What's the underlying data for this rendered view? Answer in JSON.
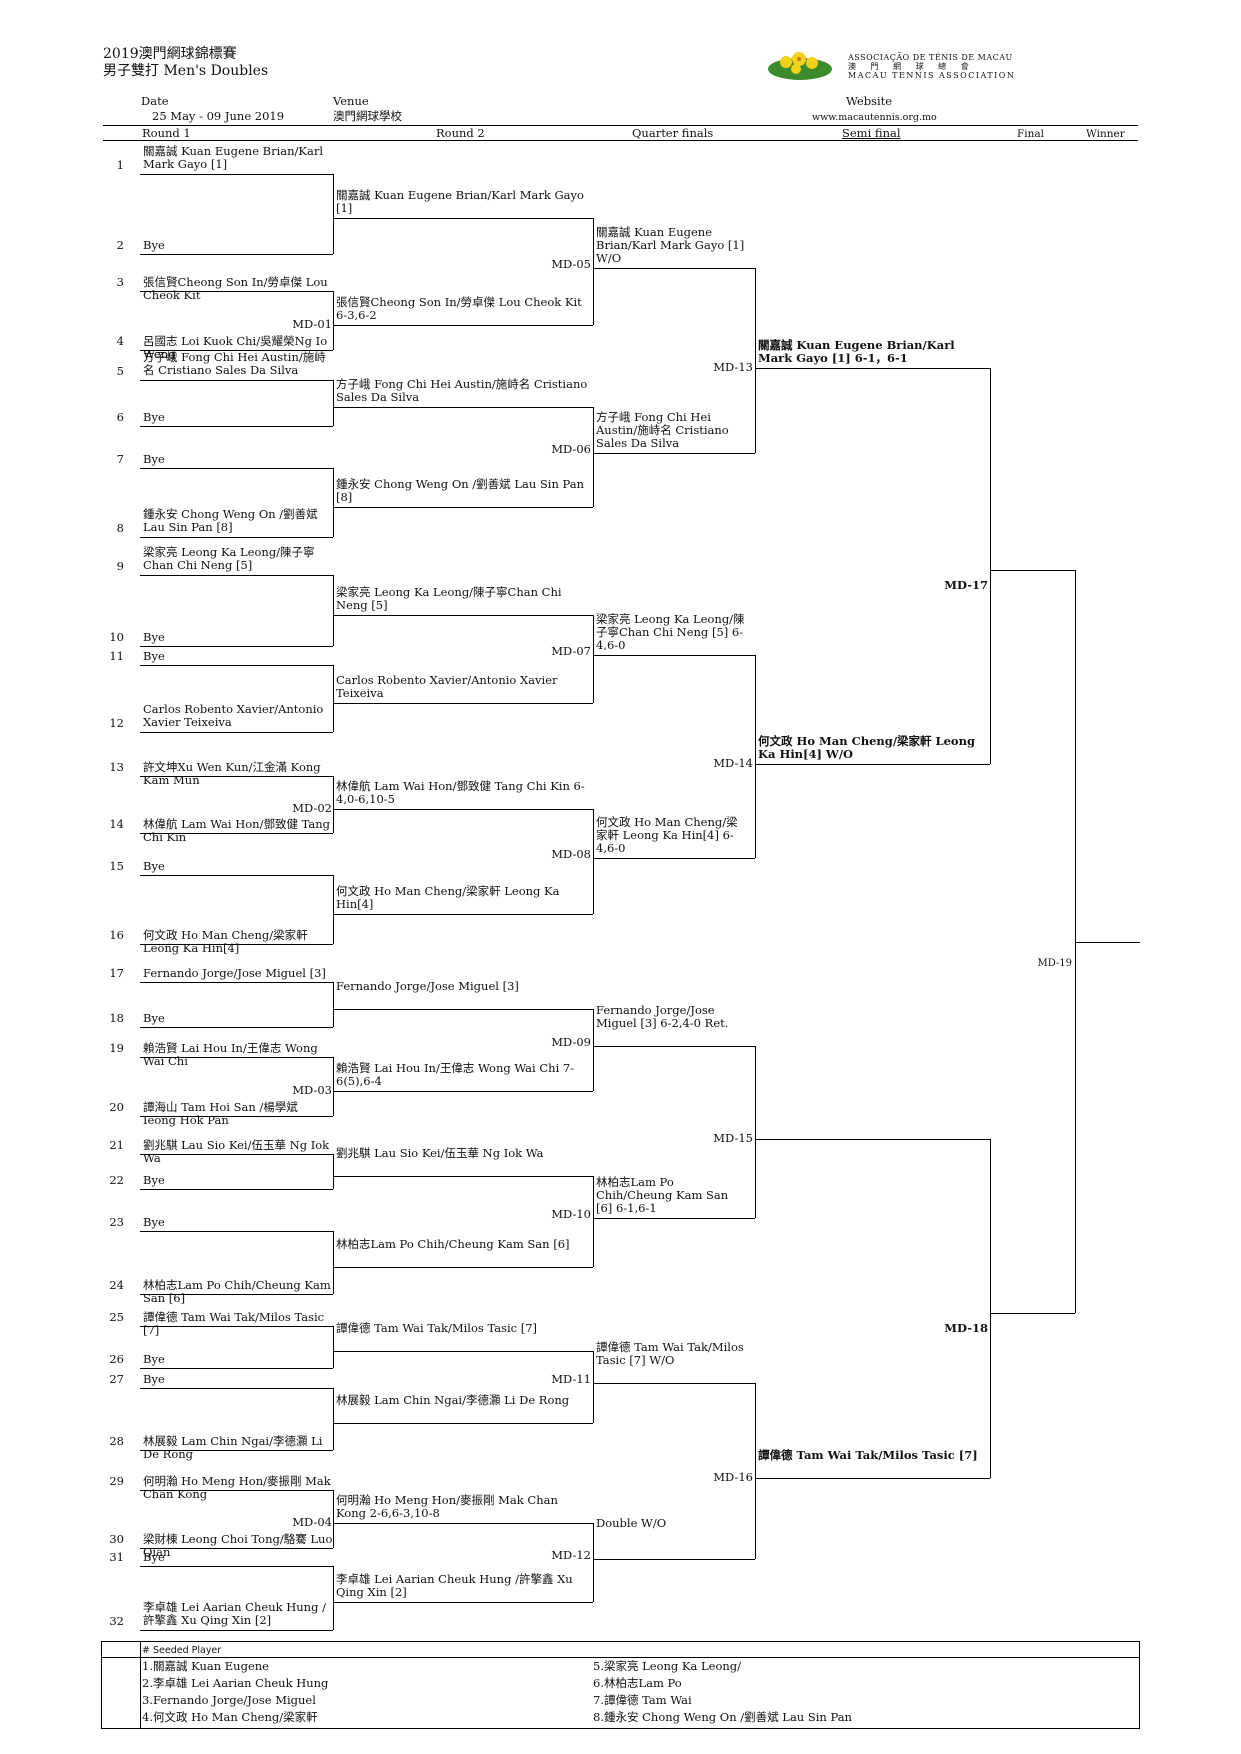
{
  "header": {
    "title": "2019澳門網球錦標賽",
    "subtitle": "男子雙打 Men's Doubles",
    "date_label": "Date",
    "date_value": "25 May - 09 June 2019",
    "venue_label": "Venue",
    "venue_value": "澳門網球學校",
    "website_label": "Website",
    "website_value": "www.macautennis.org.mo",
    "assoc_line1": "ASSOCIAÇÃO DE TÉNIS DE MACAU",
    "assoc_line2": "澳 門 網 球 總 會",
    "assoc_line3": "MACAU TENNIS ASSOCIATION"
  },
  "columns": [
    "Round 1",
    "Round 2",
    "Quarter finals",
    "Semi final",
    "Final",
    "Winner"
  ],
  "round1": [
    "關嘉誠 Kuan Eugene Brian/Karl Mark Gayo [1]",
    "Bye",
    "張信賢Cheong Son In/勞卓傑 Lou Cheok Kit",
    "呂國志 Loi Kuok Chi/吳耀榮Ng Io Weng",
    "方子峨 Fong Chi Hei Austin/施峙名 Cristiano Sales Da Silva",
    "Bye",
    "Bye",
    "鍾永安 Chong Weng On /劉善斌 Lau Sin Pan [8]",
    "梁家亮 Leong Ka Leong/陳子寧 Chan Chi Neng [5]",
    "Bye",
    "Bye",
    "Carlos Robento Xavier/Antonio Xavier Teixeiva",
    "許文坤Xu Wen Kun/江金滿 Kong Kam Mun",
    "林偉航 Lam Wai Hon/鄧致健 Tang Chi Kin",
    "Bye",
    "何文政 Ho Man Cheng/梁家軒 Leong Ka Hin[4]",
    "Fernando Jorge/Jose Miguel [3]",
    "Bye",
    "賴浩賢 Lai Hou In/王偉志 Wong Wai Chi",
    "譚海山 Tam Hoi San /楊學斌 Ieong Hok Pan",
    "劉兆騏 Lau Sio Kei/伍玉華 Ng Iok Wa",
    "Bye",
    "Bye",
    "林柏志Lam Po Chih/Cheung Kam San [6]",
    "譚偉德 Tam Wai Tak/Milos Tasic [7]",
    "Bye",
    "Bye",
    "林展毅 Lam Chin Ngai/李德灝 Li De Rong",
    "何明瀚 Ho Meng Hon/麥振剛 Mak Chan Kong",
    "梁財棟 Leong Choi Tong/駱騫 Luo Qian",
    "Bye",
    "李卓雄 Lei Aarian Cheuk Hung /許擎鑫 Xu Qing Xin [2]"
  ],
  "round2": [
    "關嘉誠 Kuan Eugene Brian/Karl Mark Gayo [1]",
    "張信賢Cheong Son In/勞卓傑 Lou Cheok Kit 6-3,6-2",
    "方子峨 Fong Chi Hei Austin/施峙名 Cristiano Sales Da Silva",
    "鍾永安 Chong Weng On /劉善斌 Lau Sin Pan [8]",
    "梁家亮 Leong Ka Leong/陳子寧Chan Chi Neng [5]",
    "Carlos Robento Xavier/Antonio Xavier Teixeiva",
    "林偉航 Lam Wai Hon/鄧致健 Tang Chi Kin 6-4,0-6,10-5",
    "何文政 Ho Man Cheng/梁家軒 Leong Ka Hin[4]",
    "Fernando Jorge/Jose Miguel [3]",
    "賴浩賢 Lai Hou In/王偉志 Wong Wai Chi 7-6(5),6-4",
    "劉兆騏 Lau Sio Kei/伍玉華 Ng Iok Wa",
    "林柏志Lam Po Chih/Cheung Kam San [6]",
    "譚偉德 Tam Wai Tak/Milos Tasic [7]",
    "林展毅 Lam Chin Ngai/李德灝 Li De Rong",
    "何明瀚 Ho Meng Hon/麥振剛 Mak Chan Kong 2-6,6-3,10-8",
    "李卓雄 Lei Aarian Cheuk Hung /許擎鑫 Xu Qing Xin [2]"
  ],
  "quarterfinals": [
    "關嘉誠 Kuan Eugene Brian/Karl Mark Gayo [1] W/O",
    "方子峨 Fong Chi Hei Austin/施峙名 Cristiano Sales Da Silva",
    "梁家亮 Leong Ka Leong/陳子寧Chan Chi Neng [5] 6-4,6-0",
    "何文政 Ho Man Cheng/梁家軒 Leong Ka Hin[4] 6-4,6-0",
    "Fernando Jorge/Jose Miguel [3] 6-2,4-0 Ret.",
    "林柏志Lam Po Chih/Cheung Kam San [6] 6-1,6-1",
    "譚偉德 Tam Wai Tak/Milos Tasic [7] W/O",
    "Double W/O"
  ],
  "semifinals": [
    "關嘉誠 Kuan Eugene Brian/Karl Mark Gayo [1]  6-1，6-1",
    "何文政 Ho Man Cheng/梁家軒 Leong Ka Hin[4] W/O",
    "",
    "譚偉德 Tam Wai Tak/Milos Tasic [7]"
  ],
  "match_codes": {
    "r1": [
      "MD-01",
      "MD-02",
      "MD-03",
      "MD-04"
    ],
    "r2": [
      "MD-05",
      "MD-06",
      "MD-07",
      "MD-08",
      "MD-09",
      "MD-10",
      "MD-11",
      "MD-12"
    ],
    "qf": [
      "MD-13",
      "MD-14",
      "MD-15",
      "MD-16"
    ],
    "sf": [
      "MD-17",
      "MD-18"
    ],
    "final": "MD-19"
  },
  "seeds": {
    "title": "# Seeded Player",
    "left": [
      "1.關嘉誠 Kuan Eugene",
      "2.李卓雄 Lei Aarian Cheuk Hung",
      "3.Fernando Jorge/Jose Miguel",
      "4.何文政 Ho Man Cheng/梁家軒"
    ],
    "right": [
      "5.梁家亮 Leong Ka Leong/",
      "6.林柏志Lam Po",
      "7.譚偉德 Tam Wai",
      "8.鍾永安 Chong Weng On /劉善斌  Lau Sin Pan"
    ]
  }
}
